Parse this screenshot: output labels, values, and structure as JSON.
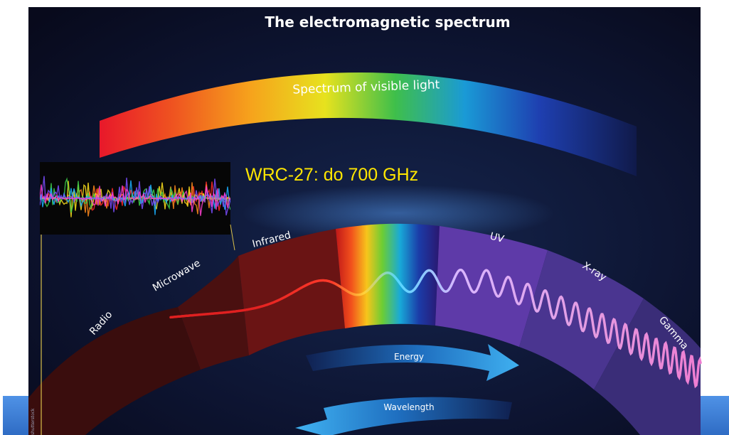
{
  "diagram": {
    "title": "The electromagnetic spectrum",
    "visible_arc_label": "Spectrum of visible light",
    "annotation": "WRC-27:  do 700 GHz",
    "bands": [
      {
        "label": "Radio",
        "color": "#3a0d0d"
      },
      {
        "label": "Microwave",
        "color": "#4a1010"
      },
      {
        "label": "Infrared",
        "color": "#6a1414"
      },
      {
        "label": "Visible",
        "color": "rainbow"
      },
      {
        "label": "UV",
        "color": "#5e3aa8"
      },
      {
        "label": "X-ray",
        "color": "#4a3590"
      },
      {
        "label": "Gamma",
        "color": "#3a2d78"
      }
    ],
    "arrows": {
      "energy": "Energy",
      "wavelength": "Wavelength",
      "arrow_color": "#3fb0f0"
    },
    "credit": "shutterstock",
    "colors": {
      "background": "#0b0f24",
      "annotation_text": "#ffe600",
      "slide_bar": "#3d7fd6"
    }
  }
}
